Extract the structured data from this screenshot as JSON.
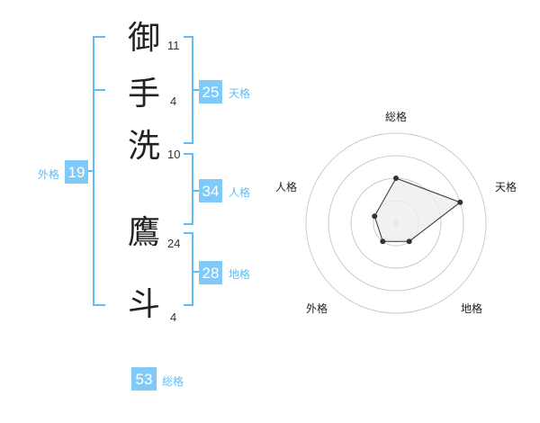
{
  "name": {
    "chars": [
      {
        "char": "御",
        "strokes": "11"
      },
      {
        "char": "手",
        "strokes": "4"
      },
      {
        "char": "洗",
        "strokes": "10"
      },
      {
        "char": "鷹",
        "strokes": "24"
      },
      {
        "char": "斗",
        "strokes": "4"
      }
    ]
  },
  "fortunes": {
    "tenkaku": {
      "value": "25",
      "label": "天格"
    },
    "jinkaku": {
      "value": "34",
      "label": "人格"
    },
    "chikaku": {
      "value": "28",
      "label": "地格"
    },
    "gaikaku": {
      "value": "19",
      "label": "外格"
    },
    "soukaku": {
      "value": "53",
      "label": "総格"
    }
  },
  "colors": {
    "accent": "#5fbcf5",
    "box": "#7fcaf8",
    "grid": "#cccccc",
    "polygon_fill": "#eeeeee",
    "polygon_stroke": "#333333"
  },
  "chart_data": {
    "type": "radar",
    "axes": [
      "総格",
      "天格",
      "地格",
      "外格",
      "人格"
    ],
    "levels": 4,
    "max": 4,
    "values": [
      2,
      3,
      1,
      1,
      1
    ]
  }
}
